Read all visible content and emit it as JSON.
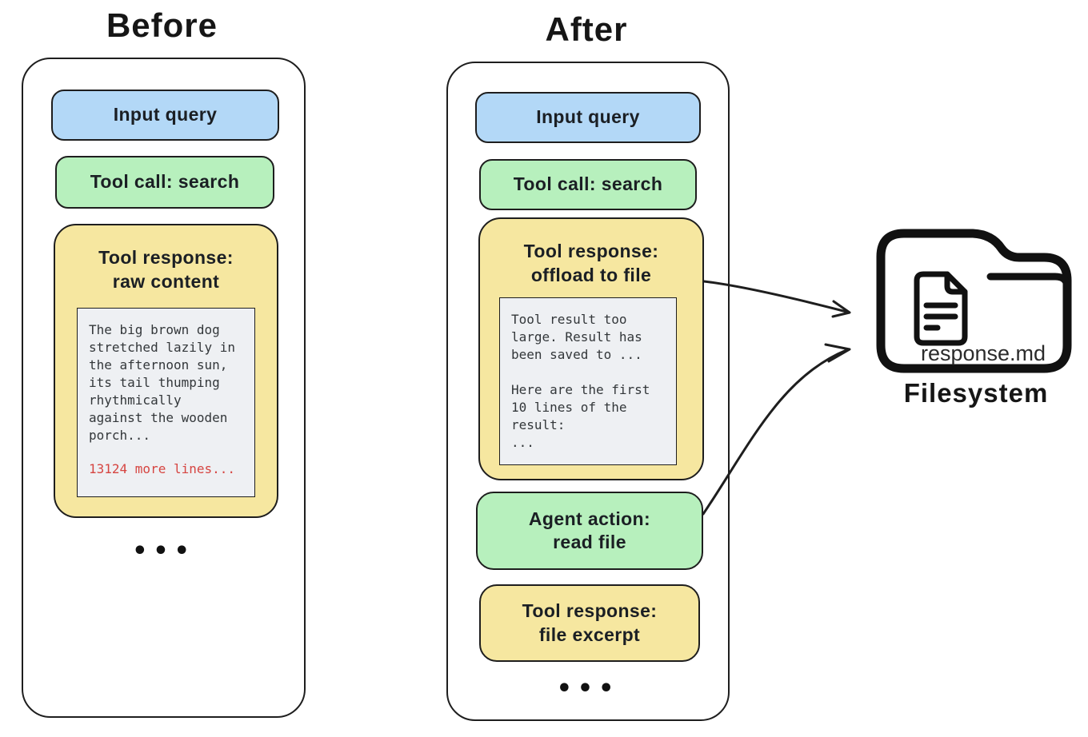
{
  "colors": {
    "stroke": "#1e1e1e",
    "node_blue": "#b3d8f7",
    "node_green": "#b7f0bd",
    "node_yellow": "#f6e7a0",
    "code_gray": "#eef0f3",
    "alert_red": "#d64541"
  },
  "before_panel": {
    "title": "Before",
    "input_query_label": "Input query",
    "tool_call_label": "Tool call: search",
    "tool_response_title": "Tool response:\nraw content",
    "raw_content_text": "The big brown dog\nstretched lazily in\nthe afternoon sun,\nits tail thumping\nrhythmically\nagainst the wooden\nporch...",
    "more_lines_label": "13124 more lines...",
    "ellipsis_icon": "•••"
  },
  "after_panel": {
    "title": "After",
    "input_query_label": "Input query",
    "tool_call_label": "Tool call: search",
    "tool_response_title": "Tool response:\noffload to file",
    "offload_message_text": "Tool result too\nlarge. Result has\nbeen saved to ...\n\nHere are the first\n10 lines of the\nresult:\n...",
    "agent_action_label": "Agent action:\nread file",
    "file_excerpt_label": "Tool response:\nfile excerpt",
    "ellipsis_icon": "•••"
  },
  "filesystem": {
    "file_name": "response.md",
    "label": "Filesystem"
  }
}
